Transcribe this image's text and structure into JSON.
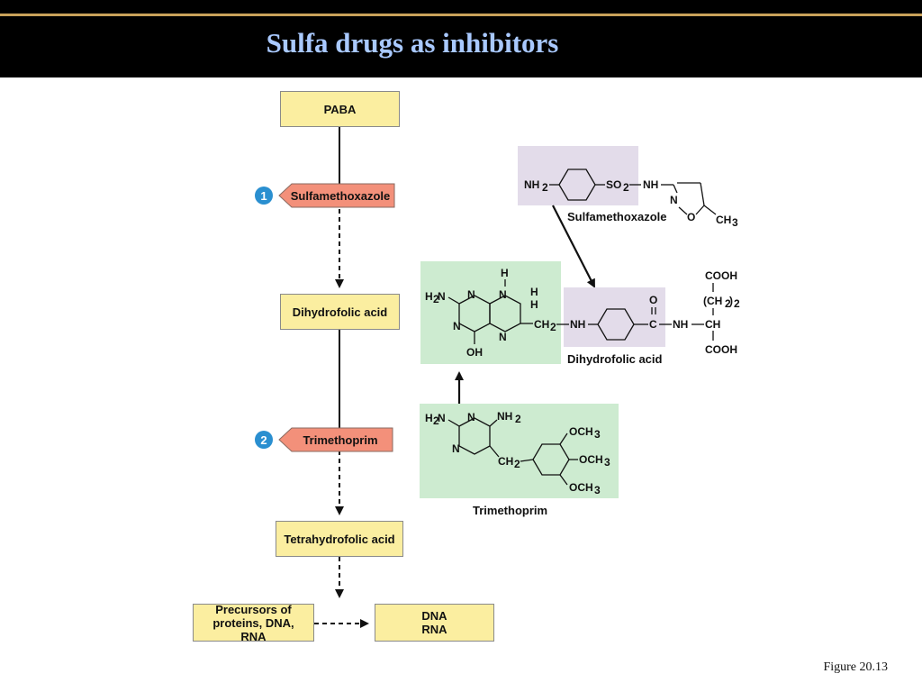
{
  "header": {
    "title": "Sulfa drugs as inhibitors"
  },
  "pathway": {
    "paba": "PABA",
    "dihydrofolic": "Dihydrofolic acid",
    "tetrahydrofolic": "Tetrahydrofolic acid",
    "precursors": "Precursors of proteins, DNA, RNA",
    "dna_rna": "DNA RNA"
  },
  "inhibitors": [
    {
      "step": "1",
      "name": "Sulfamethoxazole"
    },
    {
      "step": "2",
      "name": "Trimethoprim"
    }
  ],
  "structures": {
    "sulfamethoxazole_caption": "Sulfamethoxazole",
    "dihydrofolic_caption": "Dihydrofolic acid",
    "trimethoprim_caption": "Trimethoprim"
  },
  "footer": {
    "figure": "Figure 20.13"
  },
  "colors": {
    "box": "#fbeea0",
    "inhibitor": "#f3907a",
    "badge": "#2a8fd0",
    "green_panel": "#cdebd0",
    "lilac_panel": "#e3dcea"
  }
}
